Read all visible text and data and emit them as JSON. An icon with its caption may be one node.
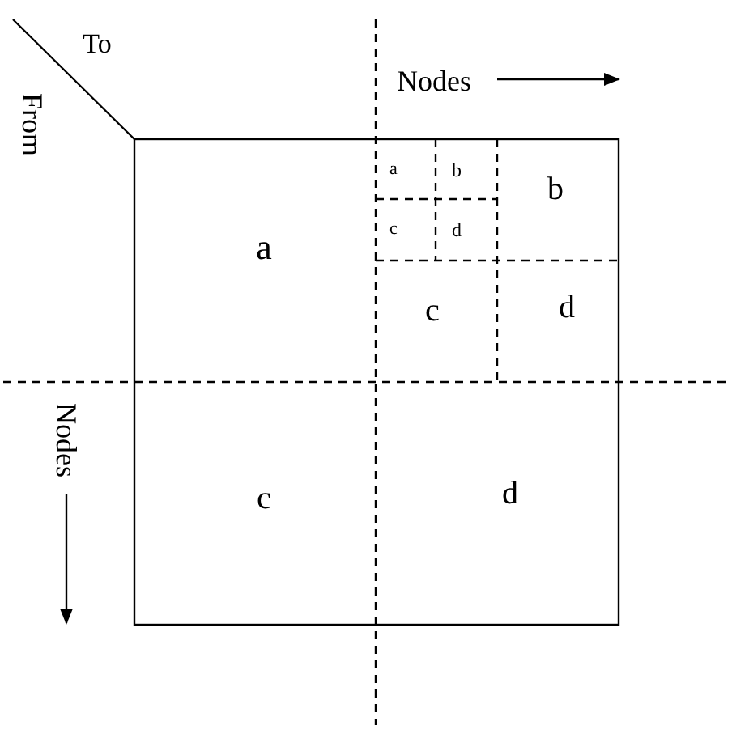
{
  "diagram": {
    "labels": [
      "To",
      "Nodes",
      "From",
      "a",
      "b",
      "b",
      "c",
      "d",
      "a",
      "c",
      "d",
      "Nodes",
      "c",
      "d"
    ]
  }
}
